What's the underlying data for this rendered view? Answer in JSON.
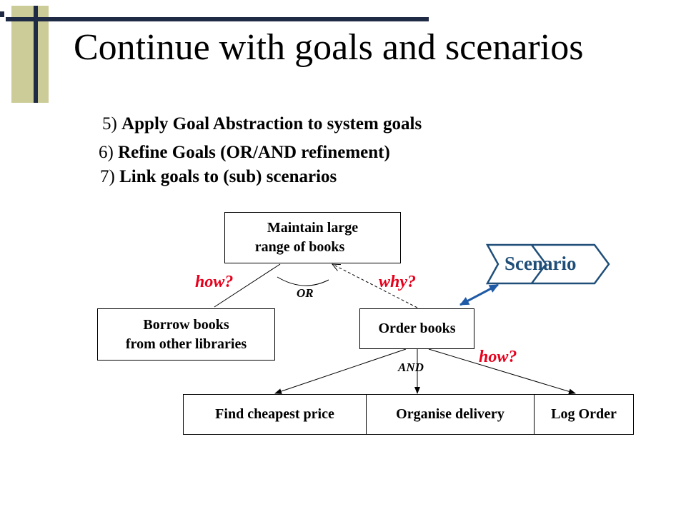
{
  "title": "Continue with goals and scenarios",
  "steps": [
    {
      "num": "5)",
      "text": "Apply Goal Abstraction to system goals"
    },
    {
      "num": "6)",
      "text": "Refine Goals (OR/AND refinement)"
    },
    {
      "num": "7)",
      "text": "Link goals to (sub) scenarios"
    }
  ],
  "nodes": {
    "maintain": {
      "line1": "Maintain large",
      "line2": "range of books"
    },
    "borrow": {
      "line1": "Borrow books",
      "line2": "from other libraries"
    },
    "order": "Order books",
    "find": "Find cheapest price",
    "organise": "Organise delivery",
    "log": "Log Order"
  },
  "labels": {
    "how_left": "how?",
    "why": "why?",
    "or": "OR",
    "and": "AND",
    "how_right": "how?"
  },
  "scenario": "Scenario",
  "colors": {
    "accent_red": "#e8001c",
    "scenario_blue": "#1f4e79",
    "link_blue": "#1f5aa6",
    "deco_olive": "#cccc99",
    "deco_navy": "#1f2a44"
  }
}
